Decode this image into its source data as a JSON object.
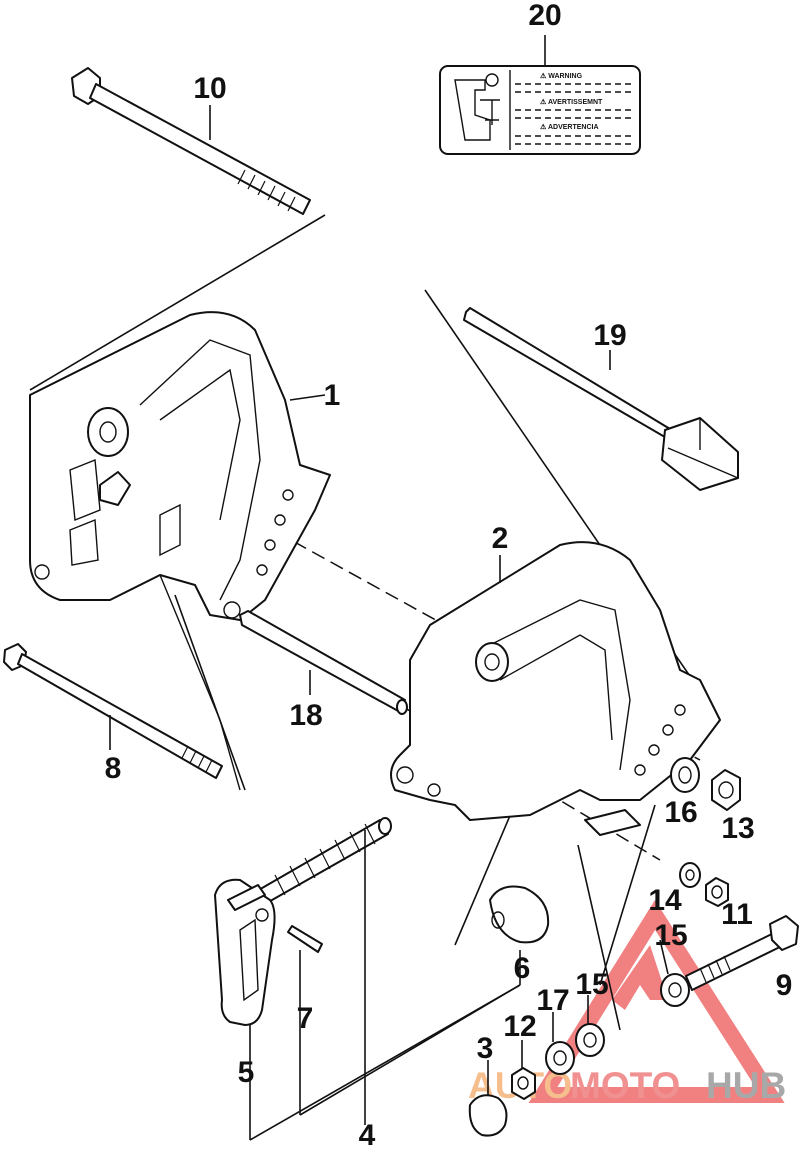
{
  "diagram": {
    "callouts": {
      "p1": "1",
      "p2": "2",
      "p3": "3",
      "p4": "4",
      "p5": "5",
      "p6": "6",
      "p7": "7",
      "p8": "8",
      "p9": "9",
      "p10": "10",
      "p11": "11",
      "p12": "12",
      "p13": "13",
      "p14": "14",
      "p15a": "15",
      "p15b": "15",
      "p16": "16",
      "p17": "17",
      "p18": "18",
      "p19": "19",
      "p20": "20"
    },
    "warning_label": {
      "line1": "⚠ WARNING",
      "line2": "⚠ AVERTISSEMNT",
      "line3": "⚠ ADVERTENCIA"
    }
  },
  "watermark": {
    "part1": "AUTO",
    "part2": "MOTO",
    "part3": "HUB",
    "colors": {
      "auto": "#f5b27a",
      "moto": "#ef7d7d",
      "hub": "#9a9a9a",
      "triangle": "#ef6b6b"
    }
  }
}
